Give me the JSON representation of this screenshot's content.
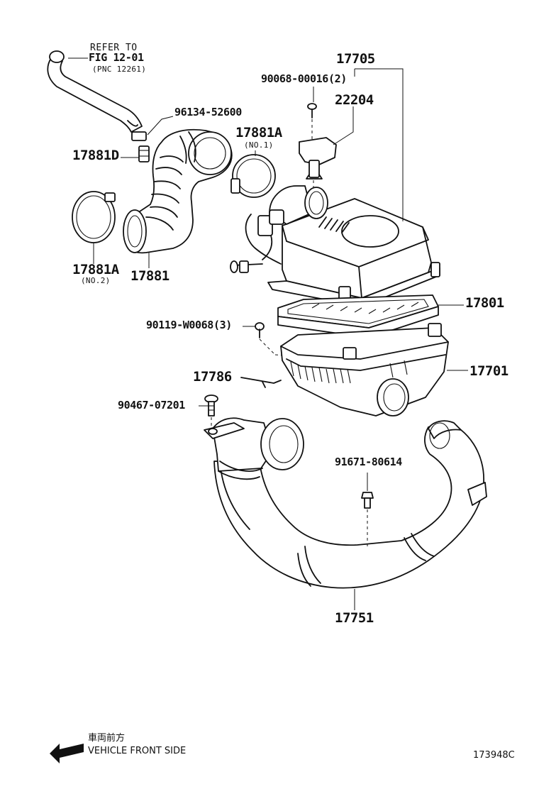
{
  "labels": {
    "refer_line1": "REFER TO",
    "refer_line2": "FIG 12-01",
    "refer_line3": "(PNC 12261)",
    "p96134": "96134-52600",
    "p17881D": "17881D",
    "p17881A_no1": "17881A",
    "no1": "(NO.1)",
    "p17881A_no2": "17881A",
    "no2": "(NO.2)",
    "p17881": "17881",
    "p17705": "17705",
    "p90068": "90068-00016(2)",
    "p22204": "22204",
    "p17801": "17801",
    "p90119": "90119-W0068(3)",
    "p17701": "17701",
    "p17786": "17786",
    "p90467": "90467-07201",
    "p91671": "91671-80614",
    "p17751": "17751"
  },
  "footer": {
    "jp_label": "車両前方",
    "en_label": "VEHICLE FRONT SIDE",
    "figure_id": "173948C"
  }
}
